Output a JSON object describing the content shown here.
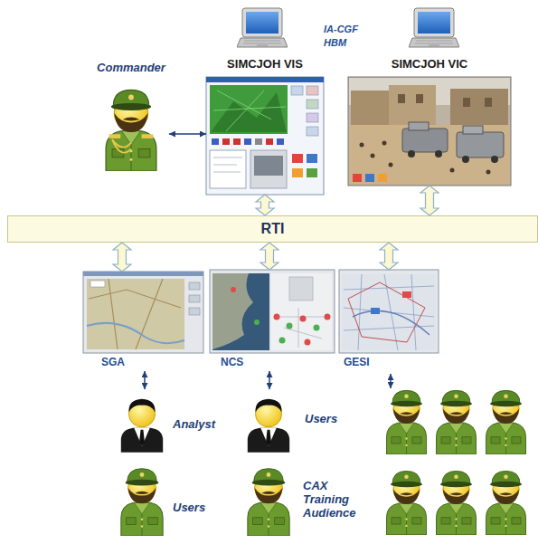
{
  "diagram": {
    "nodes": [
      {
        "text": [
          "SIMCJOH VIS"
        ]
      },
      {
        "text": [
          "SIMCJOH VIC"
        ]
      },
      {
        "text": [
          "Commander"
        ]
      },
      {
        "text": [
          "RTI"
        ]
      },
      {
        "text": [
          "SGA"
        ]
      },
      {
        "text": [
          "NCS"
        ]
      },
      {
        "text": [
          "GESI"
        ]
      },
      {
        "text": [
          "Analyst"
        ]
      },
      {
        "text": [
          "Users"
        ]
      },
      {
        "text": [
          "Users"
        ]
      },
      {
        "text": [
          "CAX Training Audience"
        ]
      }
    ],
    "edges": [
      {
        "from": 2,
        "to": 0,
        "arrow": "both"
      },
      {
        "from": 0,
        "to": 3,
        "arrow": "both"
      },
      {
        "from": 1,
        "to": 3,
        "arrow": "both"
      },
      {
        "from": 3,
        "to": 4,
        "arrow": "both"
      },
      {
        "from": 3,
        "to": 5,
        "arrow": "both"
      },
      {
        "from": 3,
        "to": 6,
        "arrow": "both"
      },
      {
        "from": 4,
        "to": 7,
        "arrow": "both"
      },
      {
        "from": 5,
        "to": 8,
        "arrow": "both"
      }
    ],
    "labels": [
      "IA-CGF",
      "HBM"
    ]
  }
}
